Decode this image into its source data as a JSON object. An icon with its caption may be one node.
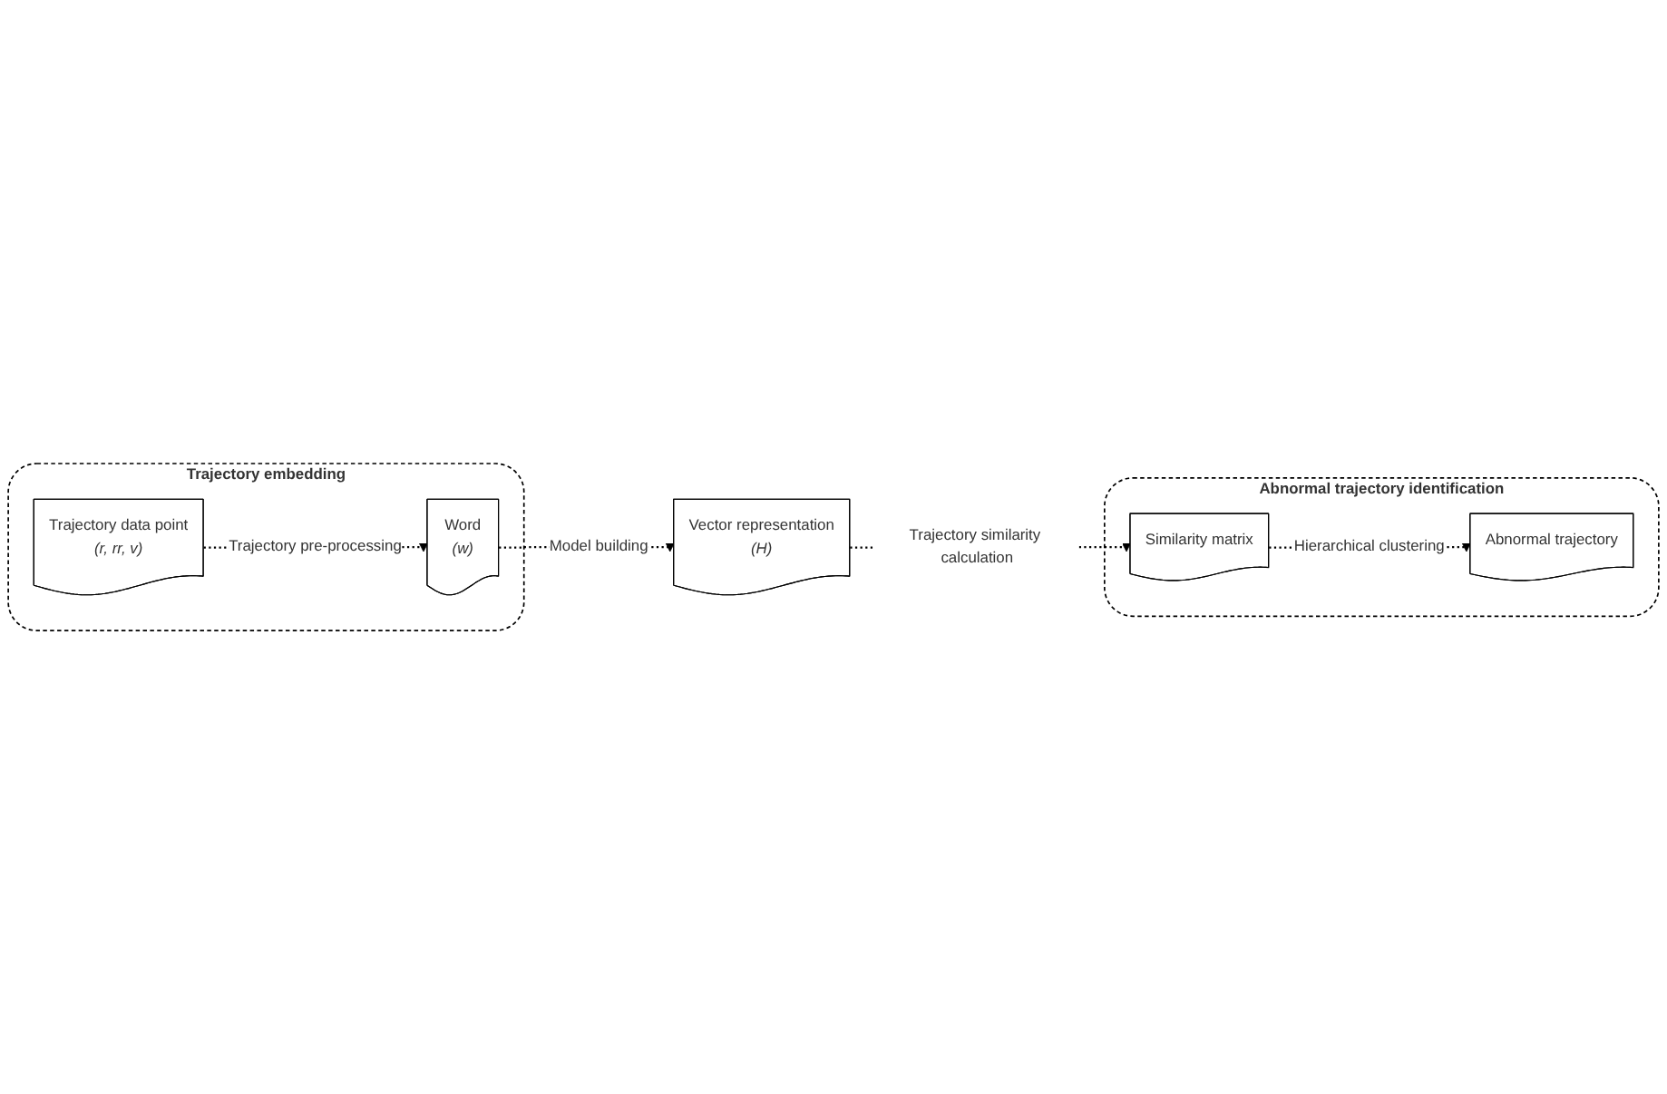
{
  "diagram": {
    "nodes": [
      {
        "text": [
          "Trajectory embedding"
        ]
      },
      {
        "text": [
          "Trajectory data point",
          "(r, rr, v)"
        ],
        "in": 0
      },
      {
        "text": [
          "Word",
          "(w)"
        ],
        "in": 0
      },
      {
        "text": [
          "Abnormal trajectory identification"
        ]
      },
      {
        "text": [
          "Vector representation",
          "(H)"
        ]
      },
      {
        "text": [
          "Similarity matrix"
        ],
        "in": 3
      },
      {
        "text": [
          "Abnormal trajectory"
        ],
        "in": 3
      }
    ],
    "edges": [
      {
        "from": 1,
        "to": 2,
        "arrow": "to",
        "label": "Trajectory pre-processing",
        "style": "dashed"
      },
      {
        "from": 2,
        "to": 4,
        "arrow": "to",
        "label": "Model building",
        "style": "dashed"
      },
      {
        "from": 4,
        "to": 5,
        "arrow": "to",
        "label": "Trajectory similarity calculation",
        "style": "dashed"
      },
      {
        "from": 5,
        "to": 6,
        "arrow": "to",
        "label": "Hierarchical clustering",
        "style": "dashed"
      }
    ]
  }
}
